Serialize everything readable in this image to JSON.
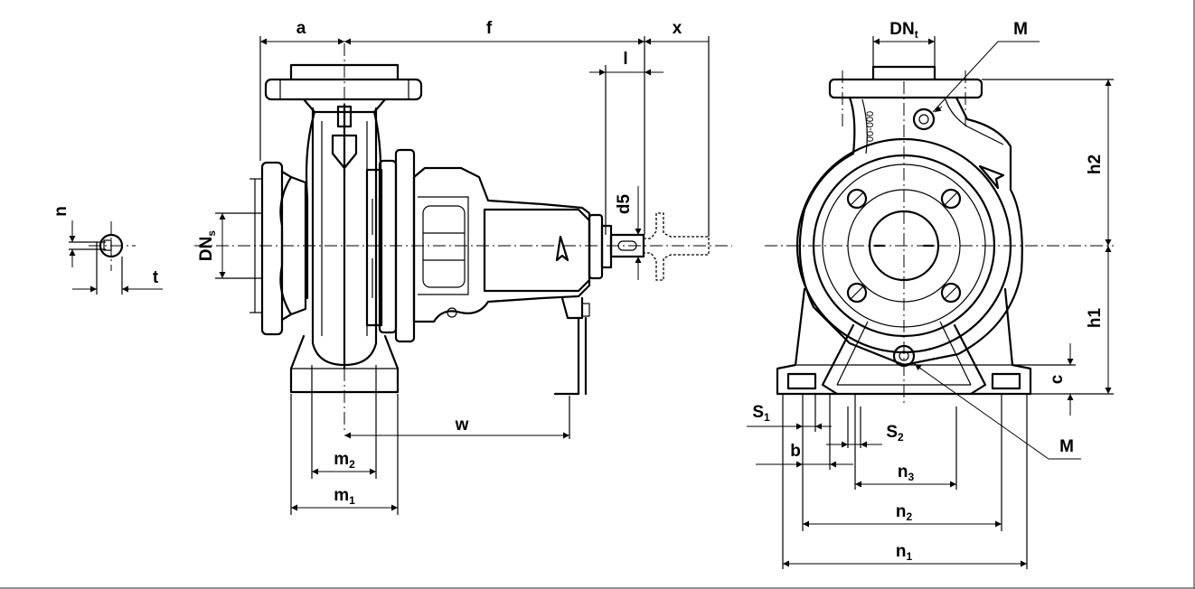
{
  "side_view": {
    "dim_a": "a",
    "dim_f": "f",
    "dim_x": "x",
    "dim_l": "l",
    "dim_d5": "d5",
    "dim_w": "w",
    "dim_DNs": {
      "main": "DN",
      "sub": "s"
    },
    "dim_m1": {
      "main": "m",
      "sub": "1"
    },
    "dim_m2": {
      "main": "m",
      "sub": "2"
    }
  },
  "shaft_detail": {
    "dim_n": "n",
    "dim_t": "t"
  },
  "front_view": {
    "dim_DNt": {
      "main": "DN",
      "sub": "t"
    },
    "label_M_top": "M",
    "label_M_bottom": "M",
    "dim_h1": "h1",
    "dim_h2": "h2",
    "dim_c": "c",
    "dim_S1": {
      "main": "S",
      "sub": "1"
    },
    "dim_S2": {
      "main": "S",
      "sub": "2"
    },
    "dim_b": "b",
    "dim_n1": {
      "main": "n",
      "sub": "1"
    },
    "dim_n2": {
      "main": "n",
      "sub": "2"
    },
    "dim_n3": {
      "main": "n",
      "sub": "3"
    },
    "casing_marking": "00-000"
  }
}
